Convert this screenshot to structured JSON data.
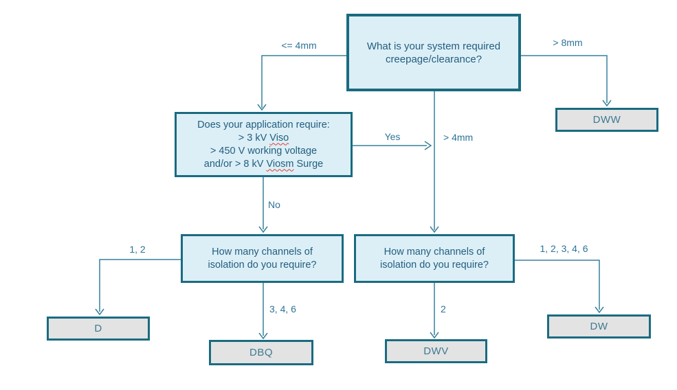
{
  "diagram": {
    "type": "decision-tree",
    "nodes": {
      "creepage": {
        "lines": [
          "What is your system required",
          "creepage/clearance?"
        ]
      },
      "application": {
        "lines": [
          {
            "pre": "Does your application require:"
          },
          {
            "pre": "> 3 kV ",
            "sic": "Viso",
            "post": ""
          },
          {
            "pre": "> 450 V working voltage"
          },
          {
            "pre": "and/or > 8 kV ",
            "sic": "Viosm",
            "post": " Surge"
          }
        ]
      },
      "channels_left": {
        "lines": [
          "How many channels of",
          "isolation do you require?"
        ]
      },
      "channels_right": {
        "lines": [
          "How many channels of",
          "isolation do you require?"
        ]
      }
    },
    "results": {
      "dww": "DWW",
      "d": "D",
      "dbq": "DBQ",
      "dwv": "DWV",
      "dw": "DW"
    },
    "edges": {
      "le_4mm": "<= 4mm",
      "gt_8mm": "> 8mm",
      "yes": "Yes",
      "gt_4mm": "> 4mm",
      "no": "No",
      "ch_1_2": "1, 2",
      "ch_3_4_6": "3, 4, 6",
      "ch_2": "2",
      "ch_1_2_3_4_6": "1, 2, 3, 4, 6"
    },
    "colors": {
      "box_border": "#1A6B80",
      "question_fill": "#DCEFF7",
      "result_fill": "#E3E3E3",
      "line": "#35809C",
      "question_text": "#235E7E",
      "result_text": "#3E7A92",
      "label_text": "#2D7396",
      "spellcheck_underline": "#E03C31"
    }
  }
}
